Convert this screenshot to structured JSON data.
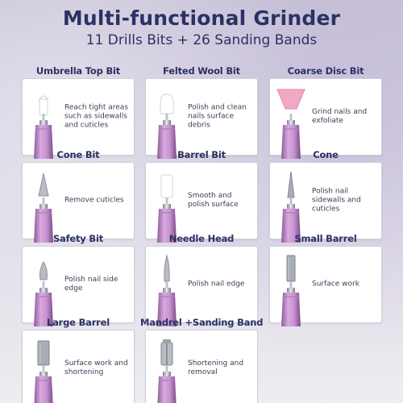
{
  "header": {
    "title": "Multi-functional Grinder",
    "subtitle": "11 Drills Bits + 26 Sanding Bands"
  },
  "colors": {
    "handle": "#c89ad0",
    "handle_dark": "#8f5a9c",
    "metal": "#b8bcc4",
    "sanding_pink": "#f1a8c4"
  },
  "bits": [
    {
      "label": "Umbrella Top Bit",
      "desc": "Reach tight areas such as sidewalls and cuticles",
      "icon": "umbrella-bit-icon"
    },
    {
      "label": "Felted Wool Bit",
      "desc": "Polish and clean nails surface debris",
      "icon": "felted-wool-bit-icon"
    },
    {
      "label": "Coarse Disc Bit",
      "desc": "Grind nails and exfoliate",
      "icon": "coarse-disc-bit-icon"
    },
    {
      "label": "Cone Bit",
      "desc": "Remove cuticles",
      "icon": "cone-bit-icon"
    },
    {
      "label": "Barrel Bit",
      "desc": "Smooth and polish surface",
      "icon": "barrel-bit-icon"
    },
    {
      "label": "Cone",
      "desc": "Polish nail sidewalls and cuticles",
      "icon": "cone-icon"
    },
    {
      "label": "Safety Bit",
      "desc": "Polish nail side edge",
      "icon": "safety-bit-icon"
    },
    {
      "label": "Needle Head",
      "desc": "Polish nail edge",
      "icon": "needle-head-icon"
    },
    {
      "label": "Small Barrel",
      "desc": "Surface work",
      "icon": "small-barrel-icon"
    },
    {
      "label": "Large Barrel",
      "desc": "Surface work and shortening",
      "icon": "large-barrel-icon"
    },
    {
      "label": "Mandrel +Sanding Band",
      "desc": "Shortening and removal",
      "icon": "mandrel-sanding-band-icon"
    }
  ]
}
